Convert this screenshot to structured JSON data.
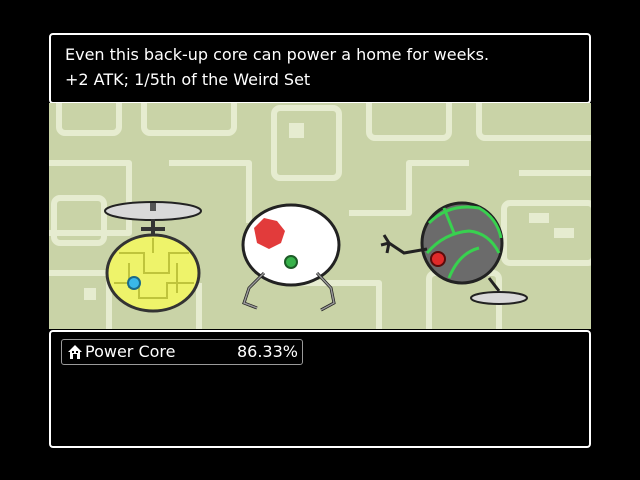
{
  "description": {
    "line1": "Even this back-up core can power a home for weeks.",
    "line2": "+2 ATK; 1/5th of the Weird Set"
  },
  "scene": {
    "background_color": "#c9d3a7",
    "circuit_color": "#e6ecd0",
    "creatures": [
      "helicopter-orb-creature",
      "white-robot-creature",
      "dark-sphere-robot-creature"
    ]
  },
  "inventory": {
    "selected_item": {
      "icon": "house-icon",
      "name": "Power Core",
      "percent": "86.33%"
    }
  }
}
